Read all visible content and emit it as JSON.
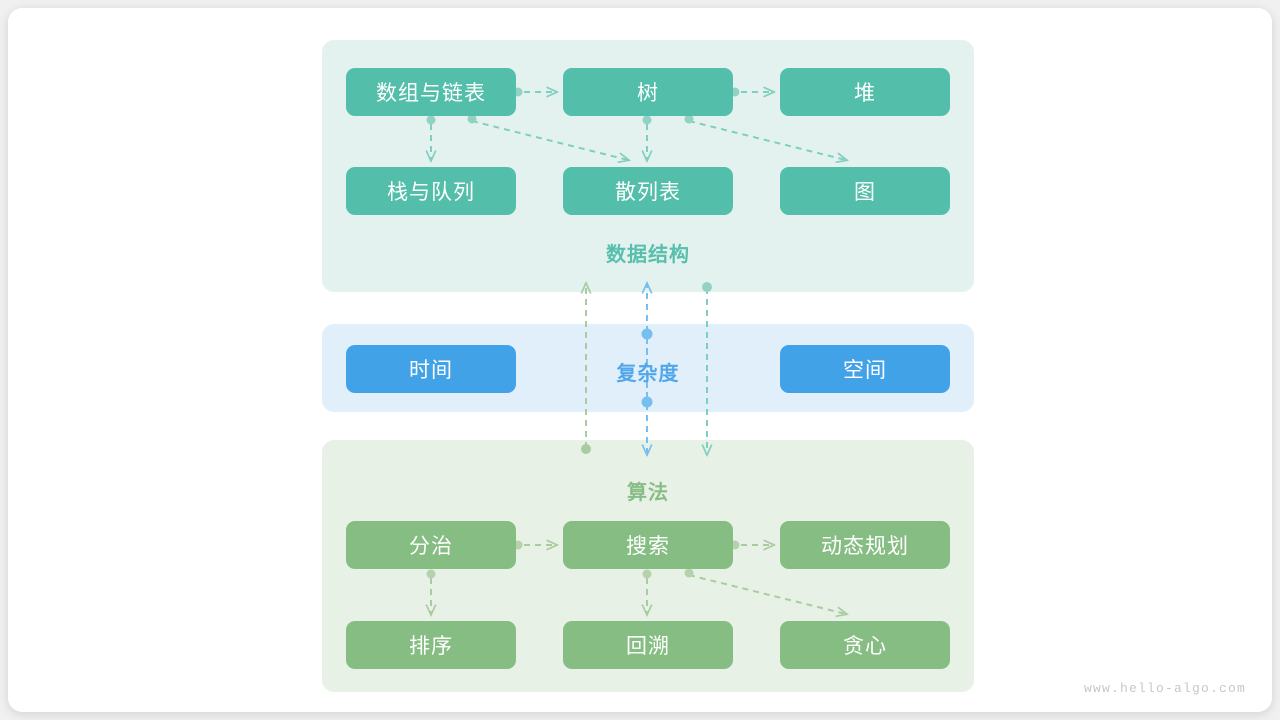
{
  "watermark": "www.hello-algo.com",
  "colors": {
    "page_background": "#f0f0f0",
    "card_background": "#ffffff",
    "teal_node": "#53bfaa",
    "blue_node": "#42a2e8",
    "green_node": "#86bd83",
    "teal_panel": "#e4f2ef",
    "blue_panel": "#e1effb",
    "green_panel": "#e8f1e6",
    "teal_label": "#57bfac",
    "blue_label": "#52a7ea",
    "green_label": "#88bd85",
    "teal_edge": "#7fcfc0",
    "blue_edge": "#76bfee",
    "green_edge": "#a8ccA0",
    "watermark_text": "#c8c8c8"
  },
  "sections": {
    "data_structure": {
      "label": "数据结构",
      "nodes": [
        {
          "id": "array-linkedlist",
          "label": "数组与链表"
        },
        {
          "id": "tree",
          "label": "树"
        },
        {
          "id": "heap",
          "label": "堆"
        },
        {
          "id": "stack-queue",
          "label": "栈与队列"
        },
        {
          "id": "hash-table",
          "label": "散列表"
        },
        {
          "id": "graph",
          "label": "图"
        }
      ]
    },
    "complexity": {
      "label": "复杂度",
      "nodes": [
        {
          "id": "time",
          "label": "时间"
        },
        {
          "id": "space",
          "label": "空间"
        }
      ]
    },
    "algorithm": {
      "label": "算法",
      "nodes": [
        {
          "id": "divide-conquer",
          "label": "分治"
        },
        {
          "id": "search",
          "label": "搜索"
        },
        {
          "id": "dynamic-programming",
          "label": "动态规划"
        },
        {
          "id": "sorting",
          "label": "排序"
        },
        {
          "id": "backtracking",
          "label": "回溯"
        },
        {
          "id": "greedy",
          "label": "贪心"
        }
      ]
    }
  }
}
